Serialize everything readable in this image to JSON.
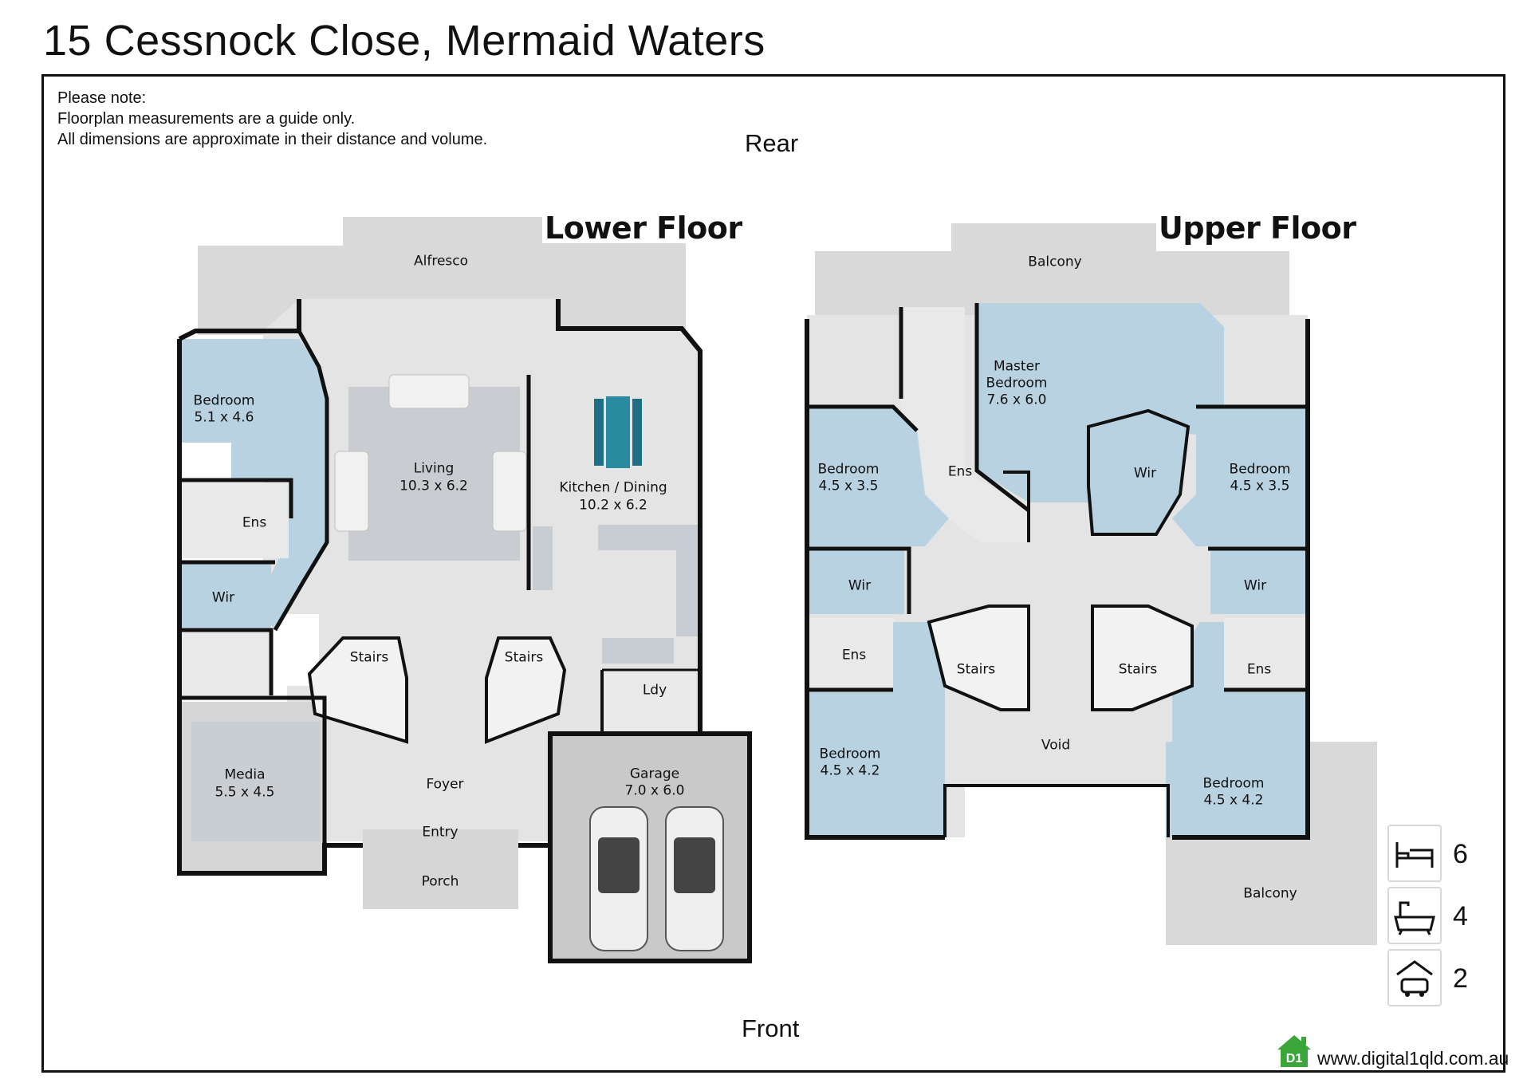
{
  "title": "15 Cessnock Close, Mermaid Waters",
  "notes": [
    "Please note:",
    "Floorplan measurements are a guide only.",
    "All dimensions are approximate in their distance and volume."
  ],
  "orientation": {
    "rear": "Rear",
    "front": "Front"
  },
  "lower_floor": {
    "title": "Lower Floor",
    "alfresco": "Alfresco",
    "bedroom": {
      "name": "Bedroom",
      "dim": "5.1 x 4.6"
    },
    "ens": "Ens",
    "wir": "Wir",
    "living": {
      "name": "Living",
      "dim": "10.3 x 6.2"
    },
    "kitchen": {
      "name": "Kitchen / Dining",
      "dim": "10.2 x 6.2"
    },
    "stairs_left": "Stairs",
    "stairs_right": "Stairs",
    "ldy": "Ldy",
    "media": {
      "name": "Media",
      "dim": "5.5 x 4.5"
    },
    "foyer": "Foyer",
    "entry": "Entry",
    "porch": "Porch",
    "garage": {
      "name": "Garage",
      "dim": "7.0 x 6.0"
    }
  },
  "upper_floor": {
    "title": "Upper Floor",
    "balcony_top": "Balcony",
    "master": {
      "name": "Master",
      "name2": "Bedroom",
      "dim": "7.6 x 6.0"
    },
    "bedroom_left": {
      "name": "Bedroom",
      "dim": "4.5 x 3.5"
    },
    "ens_center": "Ens",
    "wir_center": "Wir",
    "bedroom_right": {
      "name": "Bedroom",
      "dim": "4.5 x 3.5"
    },
    "wir_left": "Wir",
    "wir_right": "Wir",
    "ens_left": "Ens",
    "ens_right": "Ens",
    "stairs_left": "Stairs",
    "stairs_right": "Stairs",
    "void": "Void",
    "bedroom_bl": {
      "name": "Bedroom",
      "dim": "4.5 x 4.2"
    },
    "bedroom_br": {
      "name": "Bedroom",
      "dim": "4.5 x 4.2"
    },
    "balcony_bottom": "Balcony"
  },
  "summary": {
    "bedrooms": "6",
    "bathrooms": "4",
    "car_spaces": "2",
    "bed_icon": "bed-icon",
    "bath_icon": "bath-icon",
    "car_icon": "car-icon"
  },
  "brand": {
    "logo_text": "D1",
    "website": "www.digital1qld.com.au"
  },
  "colors": {
    "room_blue": "#b9d2e1",
    "floor_grey": "#e3e3e3",
    "outdoor_grey": "#d6d6d6",
    "wall": "#111111",
    "brand_green": "#3aa63a"
  }
}
